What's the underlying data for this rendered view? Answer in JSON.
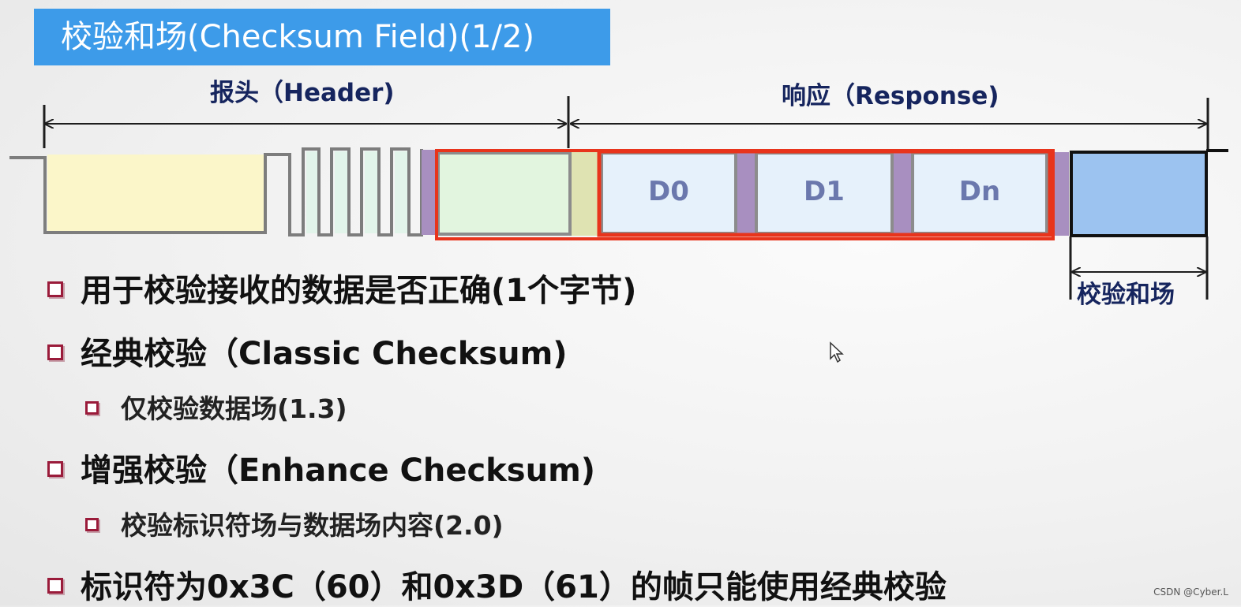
{
  "title": "校验和场(Checksum Field)(1/2)",
  "frame": {
    "header_label": "报头（Header)",
    "response_label": "响应（Response)",
    "data_fields": [
      "D0",
      "D1",
      "Dn"
    ],
    "checksum_label": "校验和场"
  },
  "bullets": [
    {
      "level": 1,
      "text": "用于校验接收的数据是否正确(1个字节)"
    },
    {
      "level": 1,
      "text": "经典校验（Classic Checksum)"
    },
    {
      "level": 2,
      "text": "仅校验数据场(1.3)"
    },
    {
      "level": 1,
      "text": "增强校验（Enhance Checksum)"
    },
    {
      "level": 2,
      "text": "校验标识符场与数据场内容(2.0)"
    },
    {
      "level": 1,
      "text": "标识符为0x3C（60）和0x3D（61）的帧只能使用经典校验"
    }
  ],
  "watermark": "CSDN @Cyber.L",
  "colors": {
    "title_bg": "#3d9be9",
    "highlight": "#e8341c",
    "bullet": "#9a1b3a",
    "label": "#16255e"
  }
}
